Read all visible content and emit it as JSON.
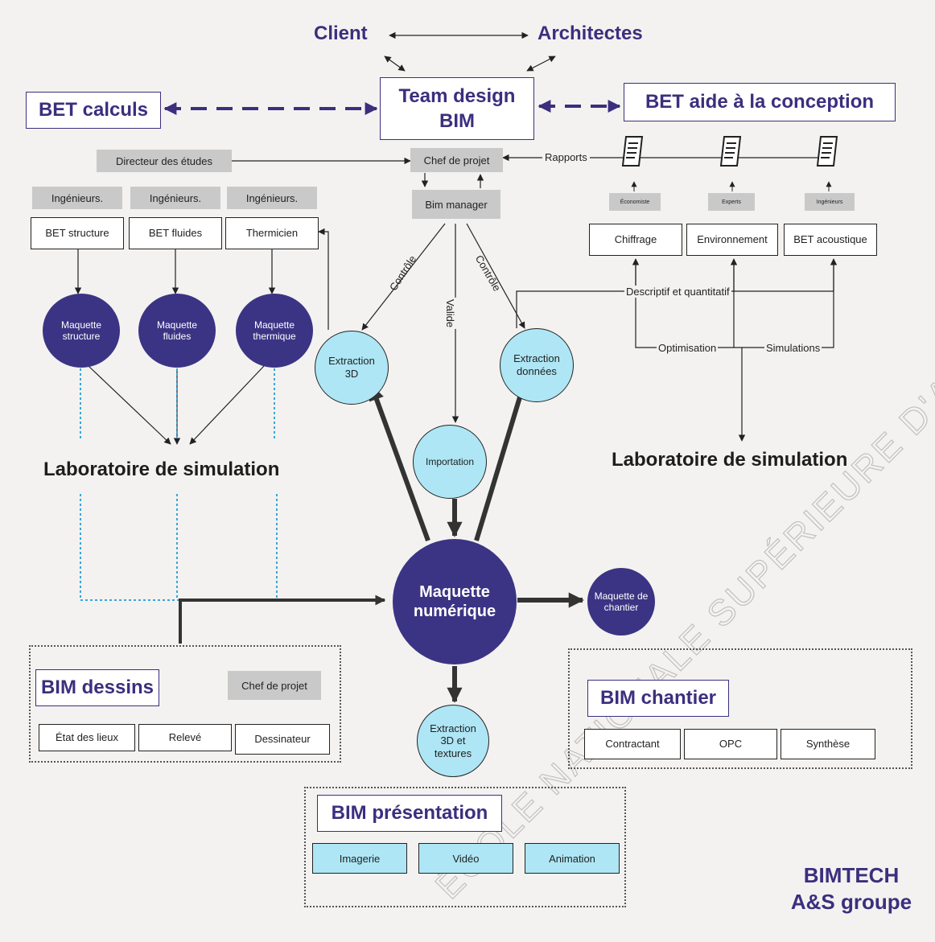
{
  "top": {
    "client": "Client",
    "architectes": "Architectes"
  },
  "core": {
    "team_design": "Team design BIM",
    "bet_calculs": "BET calculs",
    "bet_aide": "BET aide à la conception"
  },
  "management": {
    "directeur": "Directeur des études",
    "chef_projet": "Chef de projet",
    "bim_manager": "Bim manager",
    "rapports": "Rapports"
  },
  "engineering": {
    "ingenieurs": [
      "Ingénieurs.",
      "Ingénieurs.",
      "Ingénieurs."
    ],
    "bets": [
      "BET structure",
      "BET fluides",
      "Thermicien"
    ],
    "maquettes": [
      "Maquette structure",
      "Maquette fluides",
      "Maquette thermique"
    ]
  },
  "consulting": {
    "roles": [
      "Économiste",
      "Experts",
      "Ingénieurs"
    ],
    "boxes": [
      "Chiffrage",
      "Environnement",
      "BET acoustique"
    ],
    "descriptif": "Descriptif et quantitatif",
    "optimisation": "Optimisation",
    "simulations": "Simulations"
  },
  "flow": {
    "controle_left": "Contrôle",
    "valide": "Valide",
    "controle_right": "Contrôle",
    "extraction_3d": "Extraction 3D",
    "extraction_donnees": "Extraction données",
    "importation": "Importation",
    "maquette_numerique": "Maquette numérique",
    "maquette_chantier": "Maquette de chantier",
    "extraction_textures": "Extraction 3D et textures"
  },
  "labs": {
    "left": "Laboratoire de simulation",
    "right": "Laboratoire de simulation"
  },
  "bim_dessins": {
    "title": "BIM dessins",
    "chef": "Chef de projet",
    "items": [
      "État des lieux",
      "Relevé",
      "Dessinateur"
    ]
  },
  "bim_chantier": {
    "title": "BIM chantier",
    "items": [
      "Contractant",
      "OPC",
      "Synthèse"
    ]
  },
  "bim_presentation": {
    "title": "BIM présentation",
    "items": [
      "Imagerie",
      "Vidéo",
      "Animation"
    ]
  },
  "brand": {
    "line1": "BIMTECH",
    "line2": "A&S groupe"
  },
  "watermark": "ÉCOLE NATIONALE SUPÉRIEURE D'ARCHITECTURE DE TOULOUSE — DOCUMENT SOUMIS AU DROIT D'AUTEUR",
  "colors": {
    "primary": "#3b2f7e",
    "dark_circle": "#3b3484",
    "light_circle": "#aee6f5",
    "gray_box": "#c9c9c9"
  }
}
